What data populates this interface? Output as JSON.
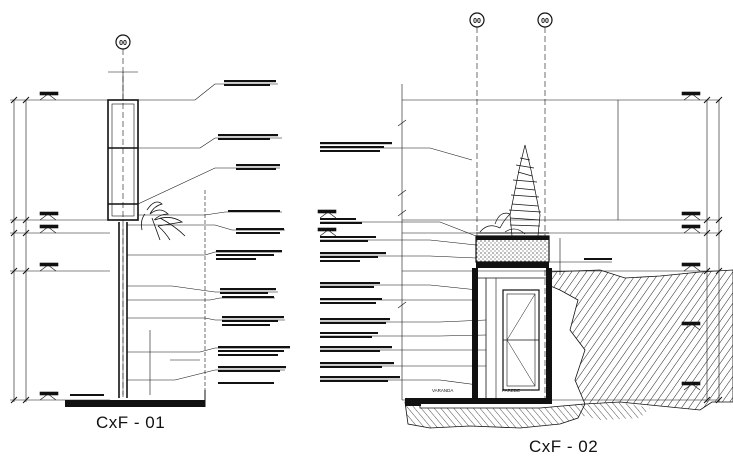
{
  "section_1": {
    "caption": "CxF - 01",
    "axis_label": "00"
  },
  "section_2": {
    "caption": "CxF - 02",
    "axis_labels": [
      "00",
      "00"
    ],
    "door_label": "PAREDE",
    "floor_label": "VARANDA"
  },
  "colors": {
    "ink": "#111111",
    "hatch": "#222222",
    "background": "#ffffff"
  }
}
